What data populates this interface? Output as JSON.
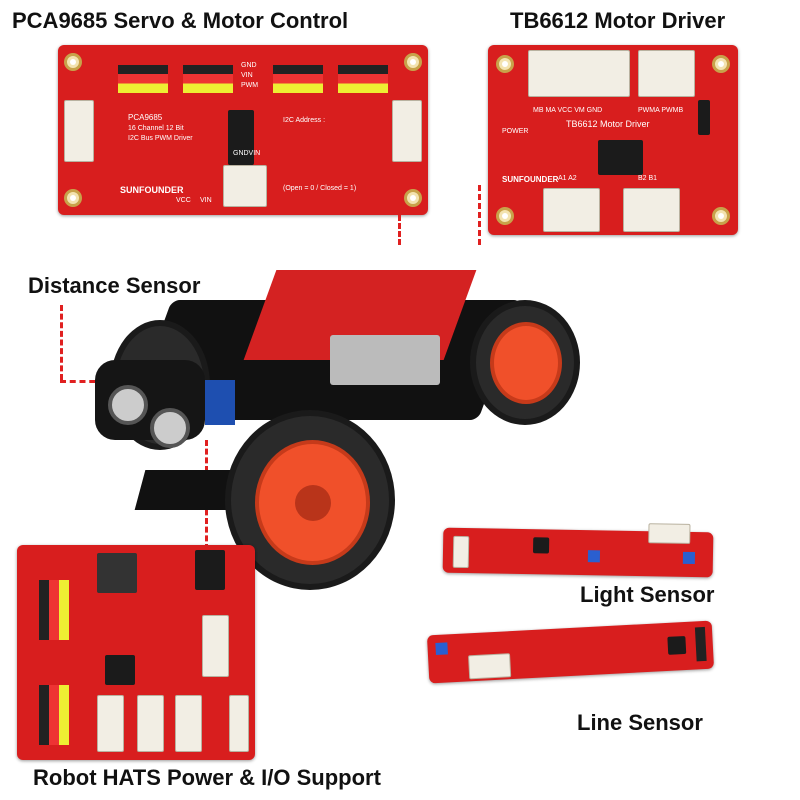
{
  "labels": {
    "pca9685": "PCA9685 Servo & Motor Control",
    "tb6612": "TB6612 Motor Driver",
    "distance": "Distance Sensor",
    "light": "Light Sensor",
    "line": "Line Sensor",
    "hats": "Robot HATS Power & I/O Support"
  },
  "pca_board": {
    "chip": "PCA9685",
    "line1": "16 Channel 12 Bit",
    "line2": "I2C Bus PWM Driver",
    "i2c": "I2C Address :",
    "gnd": "GND",
    "vin": "VIN",
    "pwm": "PWM",
    "brand": "SUNFOUNDER",
    "vcc_label": "VCC",
    "vin_label": "VIN",
    "gndvin": "GNDVIN",
    "open_closed": "(Open = 0 / Closed = 1)"
  },
  "tb_board": {
    "pins_top": "MB MA VCC VM GND",
    "pwm": "PWMA PWMB",
    "title": "TB6612 Motor Driver",
    "power": "POWER",
    "brand": "SUNFOUNDER",
    "a_pins": "A1 A2",
    "b_pins": "B2 B1"
  },
  "colors": {
    "board": "#d81e1e",
    "accent_dash": "#e02020",
    "wheel": "#f0502a"
  }
}
